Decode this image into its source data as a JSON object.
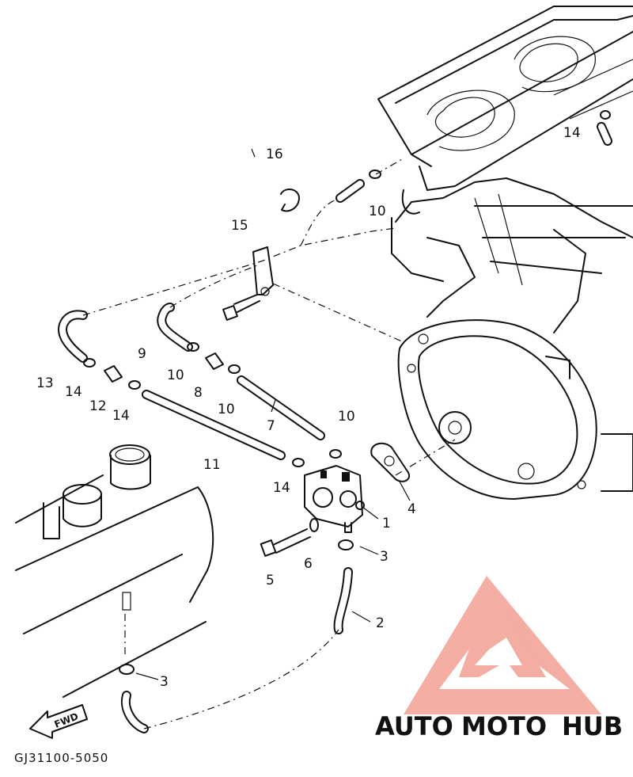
{
  "diagram": {
    "callouts": [
      {
        "id": "c1",
        "text": "1"
      },
      {
        "id": "c2",
        "text": "2"
      },
      {
        "id": "c3a",
        "text": "3"
      },
      {
        "id": "c3b",
        "text": "3"
      },
      {
        "id": "c4",
        "text": "4"
      },
      {
        "id": "c5",
        "text": "5"
      },
      {
        "id": "c6",
        "text": "6"
      },
      {
        "id": "c7",
        "text": "7"
      },
      {
        "id": "c8",
        "text": "8"
      },
      {
        "id": "c9",
        "text": "9"
      },
      {
        "id": "c10a",
        "text": "10"
      },
      {
        "id": "c10b",
        "text": "10"
      },
      {
        "id": "c10c",
        "text": "10"
      },
      {
        "id": "c10d",
        "text": "10"
      },
      {
        "id": "c11",
        "text": "11"
      },
      {
        "id": "c12",
        "text": "12"
      },
      {
        "id": "c13",
        "text": "13"
      },
      {
        "id": "c14a",
        "text": "14"
      },
      {
        "id": "c14b",
        "text": "14"
      },
      {
        "id": "c14c",
        "text": "14"
      },
      {
        "id": "c14d",
        "text": "14"
      },
      {
        "id": "c15",
        "text": "15"
      },
      {
        "id": "c16",
        "text": "16"
      }
    ],
    "fwd_label": "FWD",
    "drawing_code": "GJ31100-5050"
  },
  "watermark": {
    "auto": "AUTO",
    "moto": "MOTO",
    "hub": "HUB",
    "colors": {
      "auto": "#f7b95a",
      "moto": "#f08a7a",
      "hub": "#8c8c8c",
      "logo": "#f3a59a"
    }
  }
}
